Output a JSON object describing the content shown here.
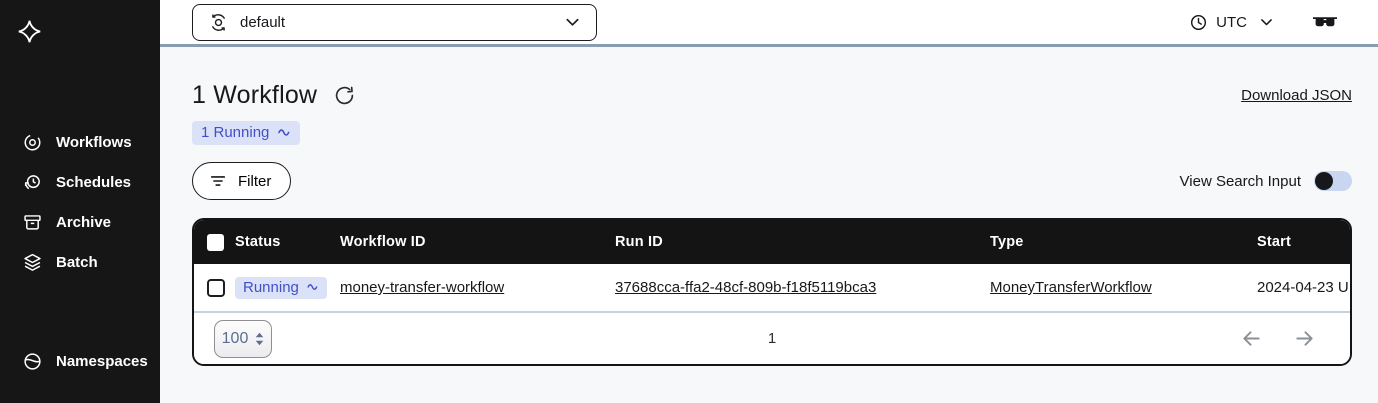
{
  "colors": {
    "accent_blue": "#4250c7",
    "badge_bg": "#dbe2f8",
    "sidebar_bg": "#161616",
    "table_header_bg": "#141414",
    "topbar_divider": "#8a9cb2",
    "toggle_track": "#c9d6f2"
  },
  "sidebar": {
    "logo_icon": "temporal-logo-icon",
    "items": [
      {
        "label": "Workflows",
        "icon": "workflows-icon"
      },
      {
        "label": "Schedules",
        "icon": "schedules-icon"
      },
      {
        "label": "Archive",
        "icon": "archive-icon"
      },
      {
        "label": "Batch",
        "icon": "batch-icon"
      }
    ],
    "bottom_items": [
      {
        "label": "Namespaces",
        "icon": "namespaces-icon"
      }
    ]
  },
  "topbar": {
    "namespace_select": {
      "value": "default",
      "icon": "namespace-switcher-icon",
      "chevron": "chevron-down-icon"
    },
    "timezone": {
      "value": "UTC",
      "icon": "clock-icon",
      "chevron": "chevron-down-icon"
    },
    "labs_icon": "glasses-icon"
  },
  "page": {
    "title": "1 Workflow",
    "refresh_icon": "refresh-icon",
    "download_link": "Download JSON",
    "summary_badge": {
      "label": "1 Running",
      "icon": "pulse-icon"
    },
    "filter_button": "Filter",
    "filter_icon": "filter-lines-icon",
    "view_search_input_label": "View Search Input",
    "view_search_input_on": false
  },
  "table": {
    "columns": [
      "Status",
      "Workflow ID",
      "Run ID",
      "Type",
      "Start"
    ],
    "rows": [
      {
        "status": "Running",
        "workflow_id": "money-transfer-workflow",
        "run_id": "37688cca-ffa2-48cf-809b-f18f5119bca3",
        "type": "MoneyTransferWorkflow",
        "start": "2024-04-23 U"
      }
    ],
    "pagination": {
      "page_size": "100",
      "current_page": "1"
    }
  }
}
